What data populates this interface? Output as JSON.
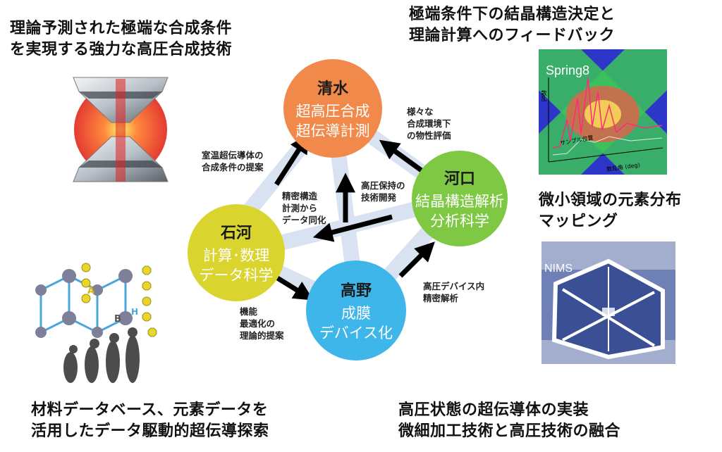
{
  "captions": {
    "top_left": [
      "理論予測された極端な合成条件",
      "を実現する強力な高圧合成技術"
    ],
    "top_right": [
      "極端条件下の結晶構造決定と",
      "理論計算へのフィードバック"
    ],
    "mid_right": [
      "微小領域の元素分布",
      "マッピング"
    ],
    "bottom_left": [
      "材料データベース、元素データを",
      "活用したデータ駆動的超伝導探索"
    ],
    "bottom_right": [
      "高圧状態の超伝導体の実装",
      "微細加工技術と高圧技術の融合"
    ]
  },
  "nodes": {
    "shimizu": {
      "name": "清水",
      "role": [
        "超高圧合成",
        "超伝導計測"
      ],
      "color": "#f0894a"
    },
    "kawaguchi": {
      "name": "河口",
      "role": [
        "結晶構造解析",
        "分析科学"
      ],
      "color": "#7ec843"
    },
    "ishikawa": {
      "name": "石河",
      "role": [
        "計算･数理",
        "データ科学"
      ],
      "color": "#d9d42e"
    },
    "takano": {
      "name": "高野",
      "role": [
        "成膜",
        "デバイス化"
      ],
      "color": "#3fb6ea"
    }
  },
  "links": {
    "ishikawa_to_shimizu": [
      "室温超伝導体の",
      "合成条件の提案"
    ],
    "kawaguchi_to_shimizu": [
      "様々な",
      "合成環境下",
      "の物性評価"
    ],
    "kawaguchi_to_ishikawa": [
      "精密構造",
      "計測から",
      "データ同化"
    ],
    "takano_to_shimizu": [
      "高圧保持の",
      "技術開発"
    ],
    "takano_to_kawaguchi": [
      "高圧デバイス内",
      "精密解析"
    ],
    "ishikawa_to_takano": [
      "機能",
      "最適化の",
      "理論的提案"
    ]
  },
  "image_labels": {
    "xray": "Spring8",
    "xray_axis_y": "散乱",
    "xray_axis_x1": "サンプル位置",
    "xray_axis_x2": "散乱角 (deg)",
    "micro": "NIMS",
    "crystal_a": "A",
    "crystal_b": "B",
    "crystal_h": "H"
  },
  "colors": {
    "connector": "#d9e2f1",
    "arrow": "#000000"
  }
}
